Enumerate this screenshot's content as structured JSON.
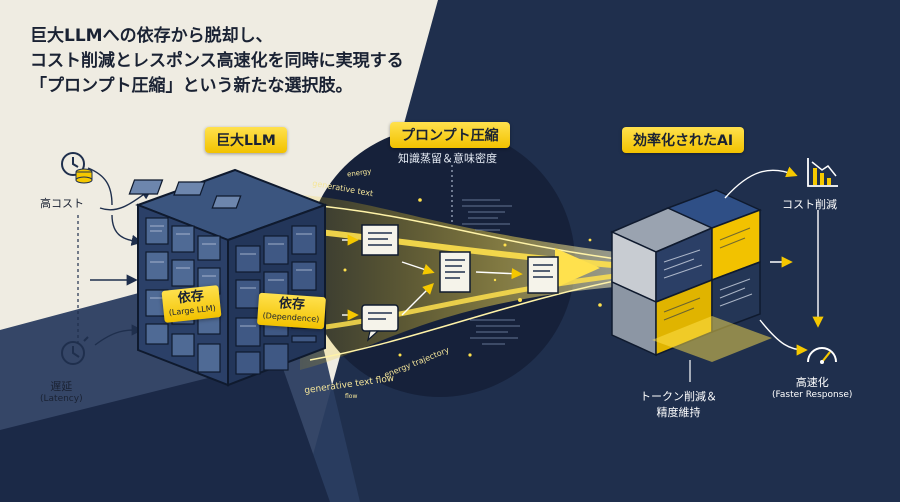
{
  "headline": {
    "line1": "巨大LLMへの依存から脱却し、",
    "line2": "コスト削減とレスポンス高速化を同時に実現する",
    "line3": "「プロンプト圧縮」という新たな選択肢。"
  },
  "diagram": {
    "big_llm": {
      "tag": "巨大LLM",
      "dependency_a": {
        "title": "依存",
        "sub": "(Large LLM)"
      },
      "dependency_b": {
        "title": "依存",
        "sub": "(Dependence)"
      }
    },
    "compression": {
      "tag": "プロンプト圧縮",
      "subtitle": "知識蒸留＆意味密度"
    },
    "efficient_ai": {
      "tag": "効率化されたAI",
      "token_line1": "トークン削減＆",
      "token_line2": "精度維持"
    },
    "left_inputs": {
      "high_cost": "高コスト",
      "latency": "遅延",
      "latency_sub": "(Latency)"
    },
    "right_outputs": {
      "cost_reduction": "コスト削減",
      "speed": "高速化",
      "speed_sub": "(Faster Response)"
    },
    "flow_labels": {
      "generative_text": "generative text",
      "energy": "energy",
      "generative_text_flow": "generative text flow",
      "energy_trajectory": "energy trajectory",
      "flow": "flow"
    }
  },
  "colors": {
    "navy": "#1f2f4d",
    "cream": "#efece2",
    "yellow": "#f5c800",
    "dark_text": "#1a2233"
  }
}
